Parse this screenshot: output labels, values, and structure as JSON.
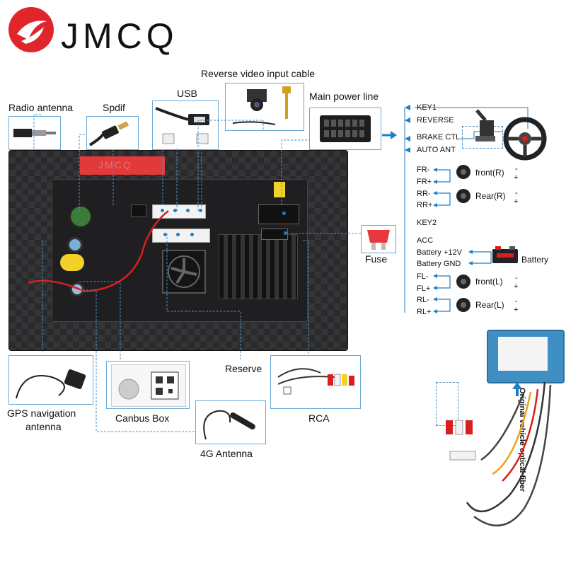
{
  "brand": {
    "name": "JMCQ",
    "logo_color": "#e0262b"
  },
  "unit": {
    "watermark": "JMCQ"
  },
  "labels": {
    "reverse_video": "Reverse video input cable",
    "radio_antenna": "Radio antenna",
    "spdif": "Spdif",
    "usb": "USB",
    "main_power": "Main power line",
    "fuse": "Fuse",
    "battery": "Battery",
    "reserve": "Reserve",
    "gps_line1": "GPS navigation",
    "gps_line2": "antenna",
    "canbus": "Canbus Box",
    "rca": "RCA",
    "antenna_4g": "4G Antenna",
    "optical_fiber": "Original vehicle optical fiber"
  },
  "pins_top": [
    "KEY1",
    "REVERSE",
    "BRAKE CTL",
    "AUTO ANT"
  ],
  "speaker_front": {
    "pins": [
      "FR-",
      "FR+"
    ],
    "label": "front(R)"
  },
  "speaker_rear": {
    "pins": [
      "RR-",
      "RR+"
    ],
    "label": "Rear(R)"
  },
  "pins_mid": [
    "KEY2",
    "ACC",
    "Battery +12V",
    "Battery GND"
  ],
  "speaker_front_l": {
    "pins": [
      "FL-",
      "FL+"
    ],
    "label": "front(L)"
  },
  "speaker_rear_l": {
    "pins": [
      "RL-",
      "RL+"
    ],
    "label": "Rear(L)"
  },
  "polarity": {
    "minus": "-",
    "plus": "+"
  },
  "colors": {
    "accent": "#1e7fc9",
    "wire_red": "#d81e1e",
    "line_blue": "#4a90c8"
  }
}
